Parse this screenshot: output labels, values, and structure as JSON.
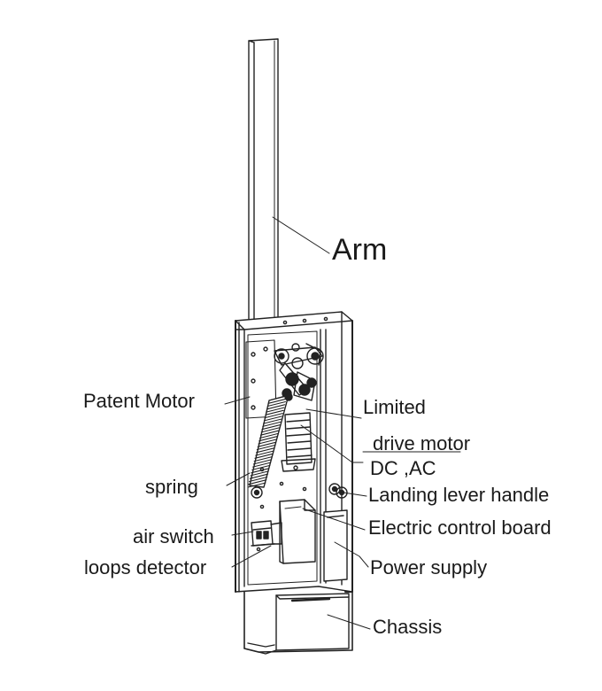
{
  "labels": {
    "arm": "Arm",
    "patent_motor": "Patent Motor",
    "limited": "Limited",
    "drive_motor": "drive motor",
    "dc_ac": "DC ,AC",
    "spring": "spring",
    "landing_lever_handle": "Landing lever handle",
    "air_switch": "air switch",
    "electric_control_board": "Electric control board",
    "loops_detector": "loops detector",
    "power_supply": "Power supply",
    "chassis": "Chassis"
  }
}
